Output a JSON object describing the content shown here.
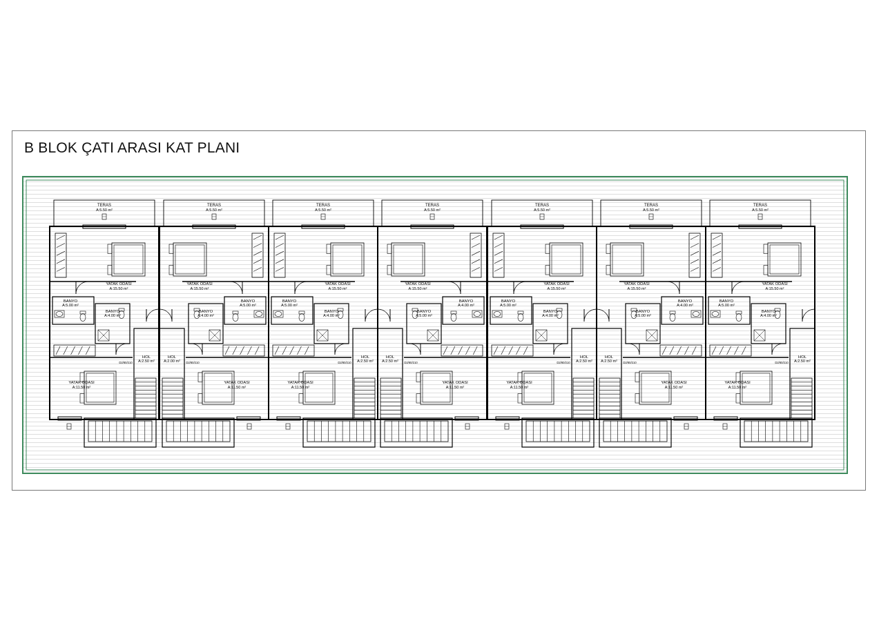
{
  "title": "B BLOK ÇATI ARASI KAT PLANI",
  "colors": {
    "roof_frame": "#3d8a5c",
    "lines": "#000000",
    "roof_hatch": "#d6d6d6"
  },
  "units": [
    {
      "terrace_label": "TERAS",
      "terrace_area": "A:5.50 m²",
      "bedroom_main_label": "YATAK ODASI",
      "bedroom_main_area": "A:15.50 m²",
      "bath1_label": "BANYO",
      "bath1_area": "A:5.00 m²",
      "bath2_label": "BANYO",
      "bath2_area": "A:4.00 m²",
      "hall_label": "HOL",
      "hall_area": "A:2.50 m²",
      "bedroom_small_label": "YATAK ODASI",
      "bedroom_small_area": "A:11.50 m²",
      "door_tag": "D2/80/210"
    },
    {
      "terrace_label": "TERAS",
      "terrace_area": "A:5.50 m²",
      "bedroom_main_label": "YATAK ODASI",
      "bedroom_main_area": "A:15.50 m²",
      "bath1_label": "BANYO",
      "bath1_area": "A:5.00 m²",
      "bath2_label": "BANYO",
      "bath2_area": "A:4.00 m²",
      "hall_label": "HOL",
      "hall_area": "A:2.00 m²",
      "bedroom_small_label": "YATAK ODASI",
      "bedroom_small_area": "A:11.50 m²",
      "door_tag": "D2/80/210"
    },
    {
      "terrace_label": "TERAS",
      "terrace_area": "A:5.50 m²",
      "bedroom_main_label": "YATAK ODASI",
      "bedroom_main_area": "A:15.50 m²",
      "bath1_label": "BANYO",
      "bath1_area": "A:5.00 m²",
      "bath2_label": "BANYO",
      "bath2_area": "A:4.00 m²",
      "hall_label": "HOL",
      "hall_area": "A:2.50 m²",
      "bedroom_small_label": "YATAK ODASI",
      "bedroom_small_area": "A:11.50 m²",
      "door_tag": "D2/80/210"
    },
    {
      "terrace_label": "TERAS",
      "terrace_area": "A:5.50 m²",
      "bedroom_main_label": "YATAK ODASI",
      "bedroom_main_area": "A:15.50 m²",
      "bath1_label": "BANYO",
      "bath1_area": "A:4.00 m²",
      "bath2_label": "BANYO",
      "bath2_area": "A:5.00 m²",
      "hall_label": "HOL",
      "hall_area": "A:2.50 m²",
      "bedroom_small_label": "YATAK ODASI",
      "bedroom_small_area": "A:11.50 m²",
      "door_tag": "D2/80/210"
    },
    {
      "terrace_label": "TERAS",
      "terrace_area": "A:5.50 m²",
      "bedroom_main_label": "YATAK ODASI",
      "bedroom_main_area": "A:15.50 m²",
      "bath1_label": "BANYO",
      "bath1_area": "A:5.00 m²",
      "bath2_label": "BANYO",
      "bath2_area": "A:4.00 m²",
      "hall_label": "HOL",
      "hall_area": "A:2.50 m²",
      "bedroom_small_label": "YATAK ODASI",
      "bedroom_small_area": "A:11.50 m²",
      "door_tag": "D2/80/210"
    },
    {
      "terrace_label": "TERAS",
      "terrace_area": "A:5.50 m²",
      "bedroom_main_label": "YATAK ODASI",
      "bedroom_main_area": "A:15.50 m²",
      "bath1_label": "BANYO",
      "bath1_area": "A:4.00 m²",
      "bath2_label": "BANYO",
      "bath2_area": "A:5.00 m²",
      "hall_label": "HOL",
      "hall_area": "A:2.50 m²",
      "bedroom_small_label": "YATAK ODASI",
      "bedroom_small_area": "A:11.50 m²",
      "door_tag": "D2/80/210"
    },
    {
      "terrace_label": "TERAS",
      "terrace_area": "A:5.50 m²",
      "bedroom_main_label": "YATAK ODASI",
      "bedroom_main_area": "A:15.50 m²",
      "bath1_label": "BANYO",
      "bath1_area": "A:5.00 m²",
      "bath2_label": "BANYO",
      "bath2_area": "A:4.00 m²",
      "hall_label": "HOL",
      "hall_area": "A:2.50 m²",
      "bedroom_small_label": "YATAK ODASI",
      "bedroom_small_area": "A:11.50 m²",
      "door_tag": "D2/80/210"
    }
  ]
}
